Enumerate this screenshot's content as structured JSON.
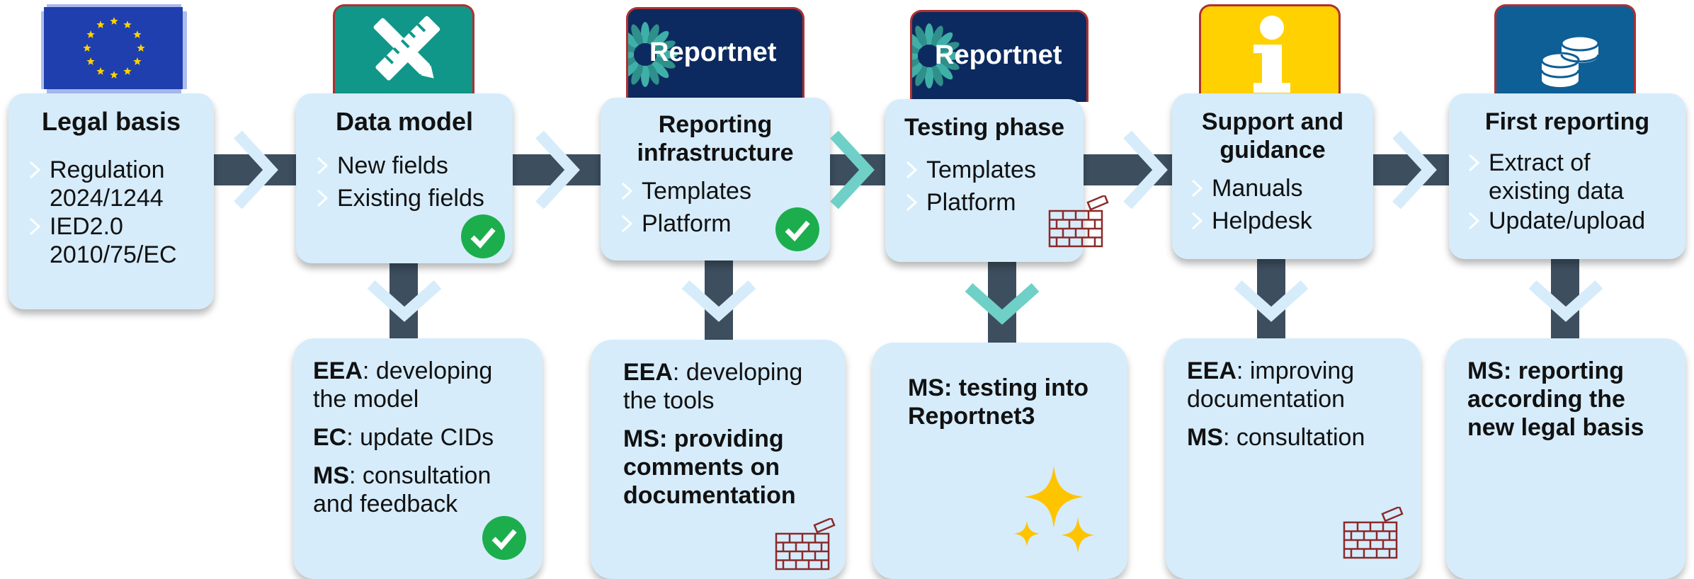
{
  "steps": [
    {
      "title": "Legal basis",
      "items": [
        "Regulation 2024/1244",
        "IED2.0 2010/75/EC"
      ],
      "icon": "eu-flag-icon"
    },
    {
      "title": "Data model",
      "items": [
        "New fields",
        "Existing fields"
      ],
      "icon": "pencil-ruler-icon",
      "status": "done"
    },
    {
      "title": "Reporting infrastructure",
      "items": [
        "Templates",
        "Platform"
      ],
      "icon": "reportnet-logo",
      "status": "done"
    },
    {
      "title": "Testing phase",
      "items": [
        "Templates",
        "Platform"
      ],
      "icon": "reportnet-logo",
      "status": "in-progress"
    },
    {
      "title": "Support and guidance",
      "items": [
        "Manuals",
        "Helpdesk"
      ],
      "icon": "info-icon"
    },
    {
      "title": "First reporting",
      "items": [
        "Extract of existing data",
        "Update/upload"
      ],
      "icon": "database-coins-icon"
    }
  ],
  "logo_text": "Reportnet",
  "details": [
    {
      "paras": [
        {
          "bold": "EEA",
          "text": ": developing the model"
        },
        {
          "bold": "EC",
          "text": ": update CIDs"
        },
        {
          "bold": "MS",
          "text": ": consultation and feedback"
        }
      ],
      "status": "done"
    },
    {
      "paras": [
        {
          "bold": "EEA",
          "text": ": developing the tools"
        },
        {
          "bold": "MS: providing comments on documentation",
          "text": ""
        }
      ],
      "status": "in-progress"
    },
    {
      "paras": [
        {
          "bold": "MS: testing into Reportnet3",
          "text": ""
        }
      ],
      "status": "highlight"
    },
    {
      "paras": [
        {
          "bold": "EEA",
          "text": ": improving documentation"
        },
        {
          "bold": "MS",
          "text": ": consultation"
        }
      ],
      "status": "in-progress"
    },
    {
      "paras": [
        {
          "bold": "MS: reporting according the new legal basis",
          "text": ""
        }
      ]
    }
  ],
  "colors": {
    "card": "#d6ecfb",
    "connector": "#3d4e5f",
    "chevron": "#d6ecfb",
    "highlight_chevron": "#6fd0c8",
    "check": "#1cae4d",
    "brick": "#8b2a2a",
    "eu_blue": "#1f3fae",
    "teal": "#10978a",
    "navy": "#0c2a5f",
    "yellow": "#ffd100",
    "steel": "#0d5f96"
  }
}
